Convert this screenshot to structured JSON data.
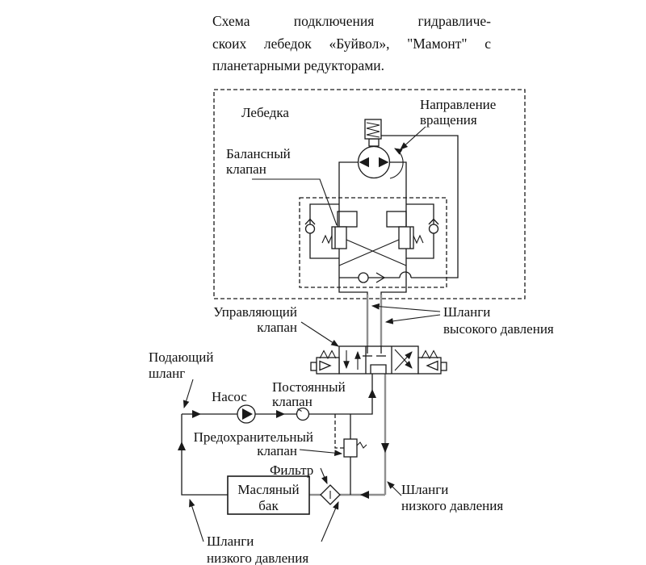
{
  "title": {
    "line1": "Схема подключения гидравличе-",
    "line2": "скоих лебедок «Буйвол», \"Мамонт\" с",
    "line3": "планетарными редукторами."
  },
  "diagram": {
    "winch_label": "Лебедка",
    "labels": {
      "rotation_direction": [
        "Направление",
        "вращения"
      ],
      "balance_valve": [
        "Балансный",
        "клапан"
      ],
      "control_valve": [
        "Управляющий",
        "клапан"
      ],
      "high_pressure_hoses": [
        "Шланги",
        "высокого давления"
      ],
      "supply_hose": [
        "Подающий",
        "шланг"
      ],
      "pump": "Насос",
      "constant_valve": [
        "Постоянный",
        "клапан"
      ],
      "relief_valve": [
        "Предохранительный",
        "клапан"
      ],
      "filter": "Фильтр",
      "oil_tank": [
        "Масляный",
        "бак"
      ],
      "low_pressure_hoses_right": [
        "Шланги",
        "низкого давления"
      ],
      "low_pressure_hoses_bottom": [
        "Шланги",
        "низкого давления"
      ]
    },
    "colors": {
      "line": "#1a1a1a",
      "hose_gray": "#8f8f8f",
      "background": "#ffffff"
    }
  }
}
